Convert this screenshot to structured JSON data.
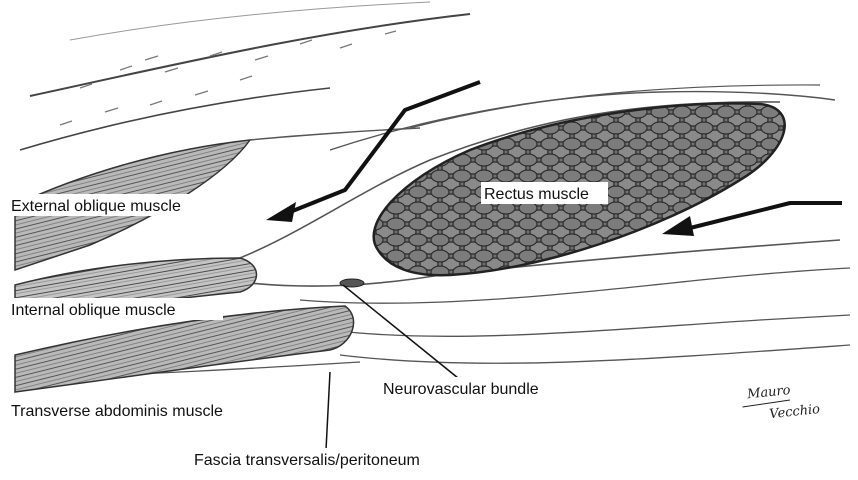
{
  "labels": {
    "external_oblique": "External oblique muscle",
    "internal_oblique": "Internal oblique muscle",
    "transverse_abdominis": "Transverse abdominis muscle",
    "rectus": "Rectus muscle",
    "neurovascular_bundle": "Neurovascular bundle",
    "fascia": "Fascia transversalis/peritoneum"
  },
  "signature": {
    "line1": "Mauro",
    "line2": "Vecchio"
  }
}
